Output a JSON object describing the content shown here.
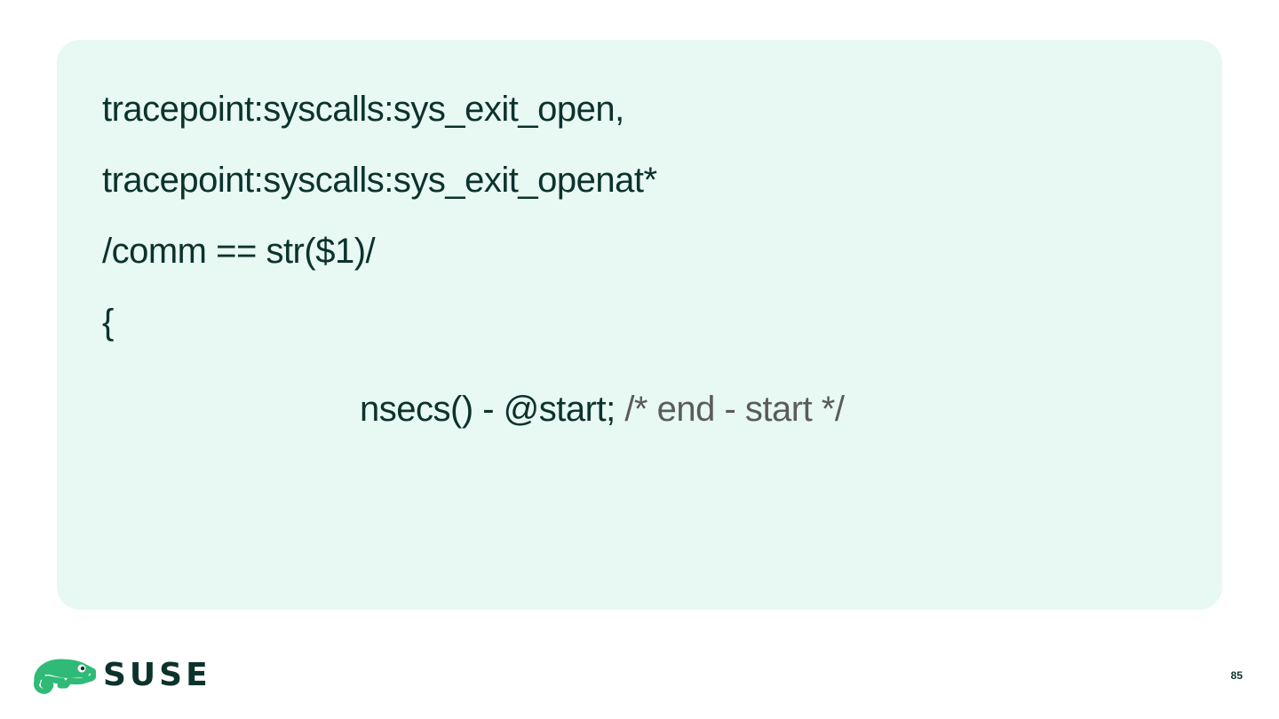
{
  "code": {
    "line_1": "tracepoint:syscalls:sys_exit_open,",
    "line_2": "tracepoint:syscalls:sys_exit_openat*",
    "line_3": "/comm == str($1)/",
    "line_4": "{",
    "line_5_code": "nsecs() - @start; ",
    "line_5_comment": "/* end - start */"
  },
  "footer": {
    "brand": "SUSE",
    "logo_icon": "chameleon-icon",
    "page_number": "85"
  },
  "colors": {
    "panel_background": "#e8f8f3",
    "code_text": "#0c322c",
    "comment_text": "#5b5b5b",
    "brand_green": "#30ba78"
  }
}
